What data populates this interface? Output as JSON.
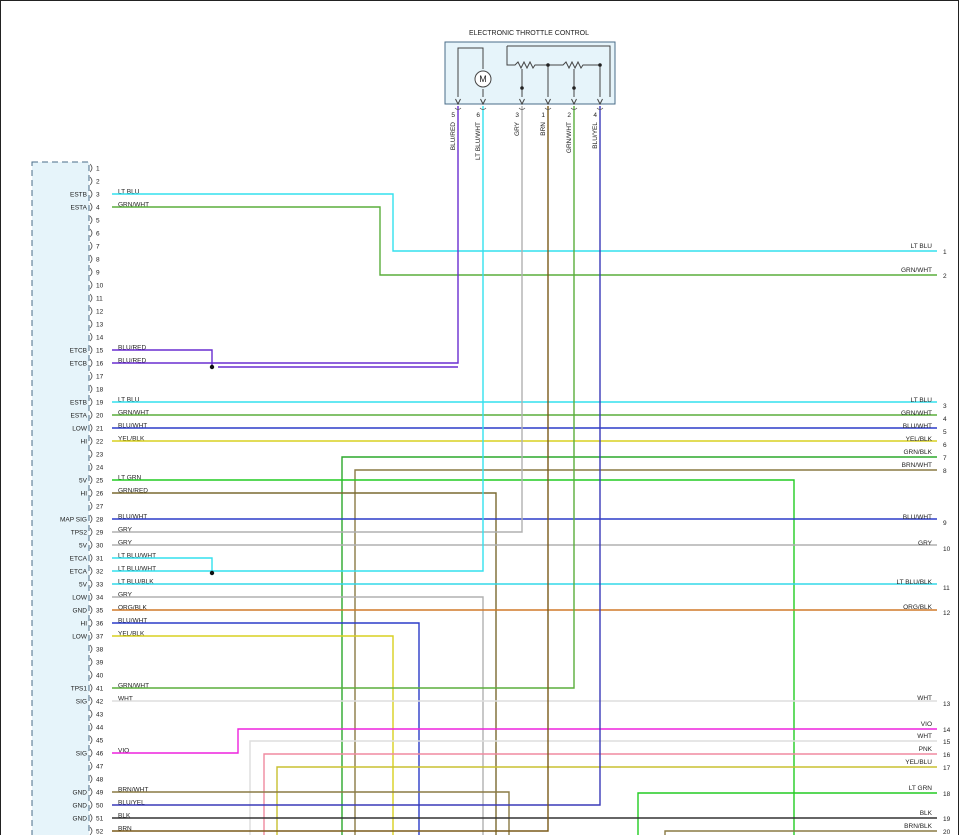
{
  "component": {
    "title": "ELECTRONIC THROTTLE CONTROL",
    "motor_symbol": "M",
    "pins": [
      {
        "pin": "5",
        "wire": "BLU/RED"
      },
      {
        "pin": "6",
        "wire": "LT BLU/WHT"
      },
      {
        "pin": "3",
        "wire": "GRY"
      },
      {
        "pin": "1",
        "wire": "BRN"
      },
      {
        "pin": "2",
        "wire": "GRN/WHT"
      },
      {
        "pin": "4",
        "wire": "BLU/YEL"
      }
    ]
  },
  "ecm_pins": [
    {
      "pin": "1",
      "sig": "",
      "wire": ""
    },
    {
      "pin": "2",
      "sig": "",
      "wire": ""
    },
    {
      "pin": "3",
      "sig": "ESTB",
      "wire": "LT BLU"
    },
    {
      "pin": "4",
      "sig": "ESTA",
      "wire": "GRN/WHT"
    },
    {
      "pin": "5",
      "sig": "",
      "wire": ""
    },
    {
      "pin": "6",
      "sig": "",
      "wire": ""
    },
    {
      "pin": "7",
      "sig": "",
      "wire": ""
    },
    {
      "pin": "8",
      "sig": "",
      "wire": ""
    },
    {
      "pin": "9",
      "sig": "",
      "wire": ""
    },
    {
      "pin": "10",
      "sig": "",
      "wire": ""
    },
    {
      "pin": "11",
      "sig": "",
      "wire": ""
    },
    {
      "pin": "12",
      "sig": "",
      "wire": ""
    },
    {
      "pin": "13",
      "sig": "",
      "wire": ""
    },
    {
      "pin": "14",
      "sig": "",
      "wire": ""
    },
    {
      "pin": "15",
      "sig": "ETCB",
      "wire": "BLU/RED"
    },
    {
      "pin": "16",
      "sig": "ETCB",
      "wire": "BLU/RED"
    },
    {
      "pin": "17",
      "sig": "",
      "wire": ""
    },
    {
      "pin": "18",
      "sig": "",
      "wire": ""
    },
    {
      "pin": "19",
      "sig": "ESTB",
      "wire": "LT BLU"
    },
    {
      "pin": "20",
      "sig": "ESTA",
      "wire": "GRN/WHT"
    },
    {
      "pin": "21",
      "sig": "LOW",
      "wire": "BLU/WHT"
    },
    {
      "pin": "22",
      "sig": "HI",
      "wire": "YEL/BLK"
    },
    {
      "pin": "23",
      "sig": "",
      "wire": ""
    },
    {
      "pin": "24",
      "sig": "",
      "wire": ""
    },
    {
      "pin": "25",
      "sig": "5V",
      "wire": "LT GRN"
    },
    {
      "pin": "26",
      "sig": "HI",
      "wire": "GRN/RED"
    },
    {
      "pin": "27",
      "sig": "",
      "wire": ""
    },
    {
      "pin": "28",
      "sig": "MAP SIG",
      "wire": "BLU/WHT"
    },
    {
      "pin": "29",
      "sig": "TPS2",
      "wire": "GRY"
    },
    {
      "pin": "30",
      "sig": "5V",
      "wire": "GRY"
    },
    {
      "pin": "31",
      "sig": "ETCA",
      "wire": "LT BLU/WHT"
    },
    {
      "pin": "32",
      "sig": "ETCA",
      "wire": "LT BLU/WHT"
    },
    {
      "pin": "33",
      "sig": "5V",
      "wire": "LT BLU/BLK"
    },
    {
      "pin": "34",
      "sig": "LOW",
      "wire": "GRY"
    },
    {
      "pin": "35",
      "sig": "GND",
      "wire": "ORG/BLK"
    },
    {
      "pin": "36",
      "sig": "HI",
      "wire": "BLU/WHT"
    },
    {
      "pin": "37",
      "sig": "LOW",
      "wire": "YEL/BLK"
    },
    {
      "pin": "38",
      "sig": "",
      "wire": ""
    },
    {
      "pin": "39",
      "sig": "",
      "wire": ""
    },
    {
      "pin": "40",
      "sig": "",
      "wire": ""
    },
    {
      "pin": "41",
      "sig": "TPS1",
      "wire": "GRN/WHT"
    },
    {
      "pin": "42",
      "sig": "SIG",
      "wire": "WHT"
    },
    {
      "pin": "43",
      "sig": "",
      "wire": ""
    },
    {
      "pin": "44",
      "sig": "",
      "wire": ""
    },
    {
      "pin": "45",
      "sig": "",
      "wire": ""
    },
    {
      "pin": "46",
      "sig": "SIG",
      "wire": "VIO"
    },
    {
      "pin": "47",
      "sig": "",
      "wire": ""
    },
    {
      "pin": "48",
      "sig": "",
      "wire": ""
    },
    {
      "pin": "49",
      "sig": "GND",
      "wire": "BRN/WHT"
    },
    {
      "pin": "50",
      "sig": "GND",
      "wire": "BLU/YEL"
    },
    {
      "pin": "51",
      "sig": "GND",
      "wire": "BLK"
    },
    {
      "pin": "52",
      "sig": "",
      "wire": "BRN"
    }
  ],
  "connector_pins": [
    {
      "pin": "1",
      "wire": "LT BLU"
    },
    {
      "pin": "2",
      "wire": "GRN/WHT"
    },
    {
      "pin": "3",
      "wire": "LT BLU"
    },
    {
      "pin": "4",
      "wire": "GRN/WHT"
    },
    {
      "pin": "5",
      "wire": "BLU/WHT"
    },
    {
      "pin": "6",
      "wire": "YEL/BLK"
    },
    {
      "pin": "7",
      "wire": "GRN/BLK"
    },
    {
      "pin": "8",
      "wire": "BRN/WHT"
    },
    {
      "pin": "9",
      "wire": "BLU/WHT"
    },
    {
      "pin": "10",
      "wire": "GRY"
    },
    {
      "pin": "11",
      "wire": "LT BLU/BLK"
    },
    {
      "pin": "12",
      "wire": "ORG/BLK"
    },
    {
      "pin": "13",
      "wire": "WHT"
    },
    {
      "pin": "14",
      "wire": "VIO"
    },
    {
      "pin": "15",
      "wire": "WHT"
    },
    {
      "pin": "16",
      "wire": "PNK"
    },
    {
      "pin": "17",
      "wire": "YEL/BLU"
    },
    {
      "pin": "18",
      "wire": "LT GRN"
    },
    {
      "pin": "19",
      "wire": "BLK"
    },
    {
      "pin": "20",
      "wire": "BRN/BLK"
    }
  ],
  "colors": {
    "lt_blu": "#33e0ee",
    "grn_wht": "#5aae3c",
    "blu_red": "#6a2ed0",
    "blu_wht": "#2c3cc8",
    "yel_blk": "#d8d020",
    "grn_blk": "#2ca82c",
    "brn_wht": "#8a7a44",
    "lt_grn": "#22cc22",
    "grn_red": "#7a6a30",
    "gry": "#b0b0b0",
    "lt_blu_blk": "#33d8e8",
    "org_blk": "#d07a2a",
    "wht": "#dddddd",
    "vio": "#ee22dd",
    "pnk": "#f08aa0",
    "yel_blu": "#c8c030",
    "blk": "#333333",
    "brn": "#7a5a1a",
    "blu_yel": "#3a3ab8",
    "ecm_fill": "#e6f4fa",
    "ecm_border": "#4a6c88"
  }
}
